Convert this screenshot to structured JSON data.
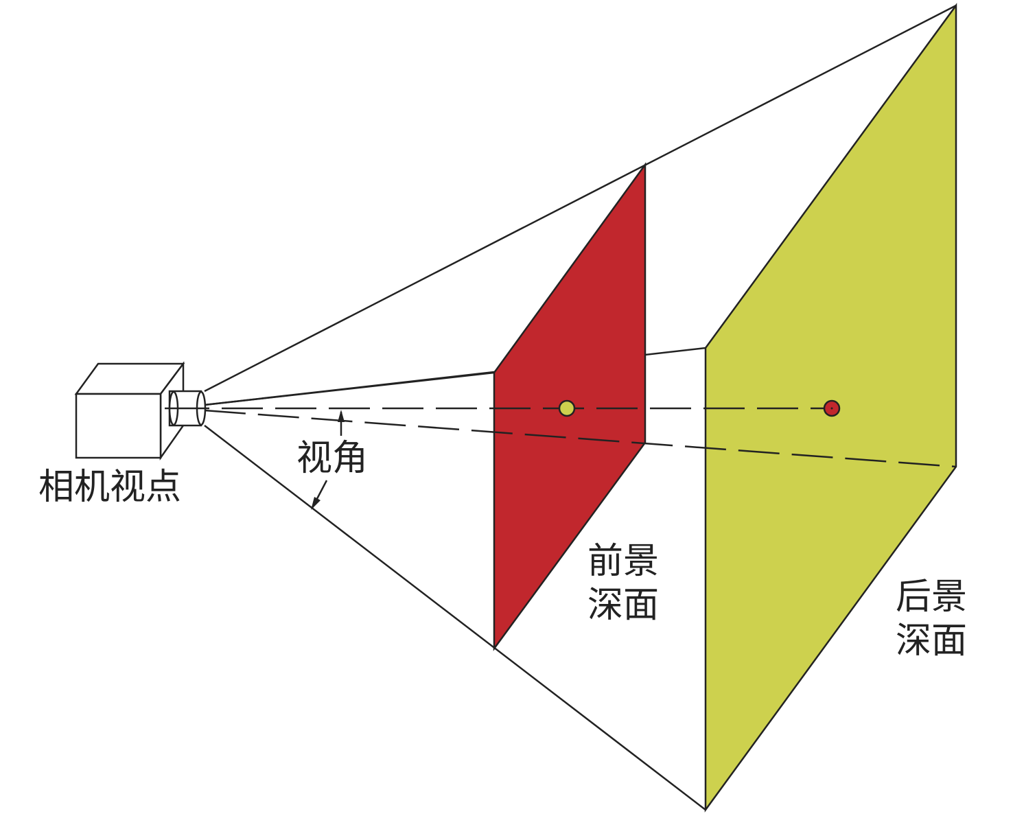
{
  "labels": {
    "camera": "相机视点",
    "view_angle": "视角",
    "front_plane_line1": "前景",
    "front_plane_line2": "深面",
    "back_plane_line1": "后景",
    "back_plane_line2": "深面"
  },
  "colors": {
    "front_plane": "#c1272d",
    "back_plane": "#cdd14e",
    "line": "#222222",
    "front_dot": "#cdd14e",
    "back_dot": "#c1272d"
  }
}
